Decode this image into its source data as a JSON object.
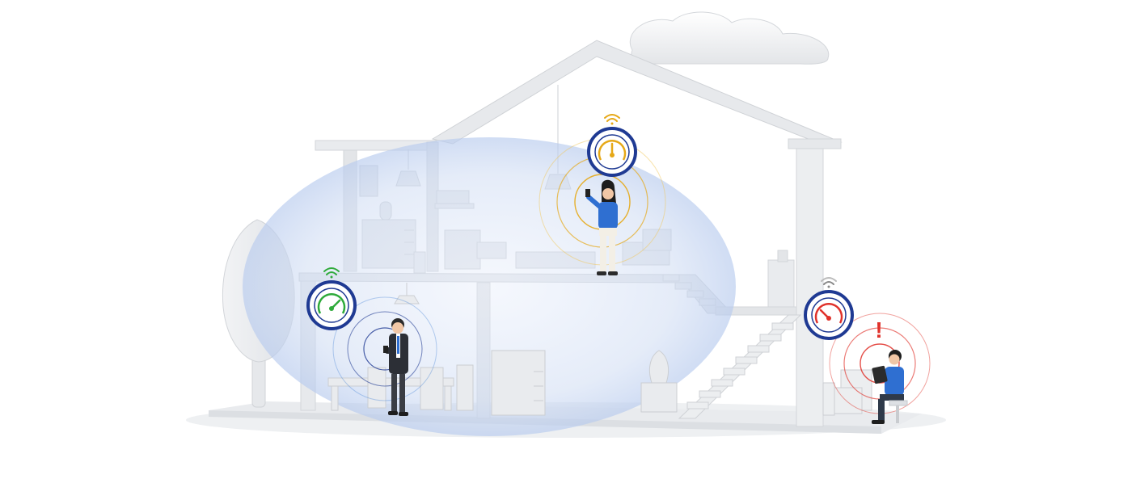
{
  "illustration": {
    "subject": "house-wifi-coverage",
    "colors": {
      "coverage_zone": "#c9d8f1",
      "gauge_ring": "#1f3a93",
      "signal_strong": "#2eaa3a",
      "signal_medium": "#e6a817",
      "signal_weak": "#e0322b",
      "shirt_blue": "#2f6fd1",
      "structure": "#e4e6e9"
    },
    "indicators": [
      {
        "id": "ground-floor-left",
        "icon": "speed-gauge-icon",
        "signal": "strong",
        "color": "#2eaa3a"
      },
      {
        "id": "upper-floor-middle",
        "icon": "speed-gauge-icon",
        "signal": "medium",
        "color": "#e6a817"
      },
      {
        "id": "ground-floor-right",
        "icon": "speed-gauge-icon",
        "signal": "weak",
        "color": "#e0322b"
      }
    ],
    "alert": {
      "symbol": "!",
      "color": "#e0322b"
    }
  }
}
